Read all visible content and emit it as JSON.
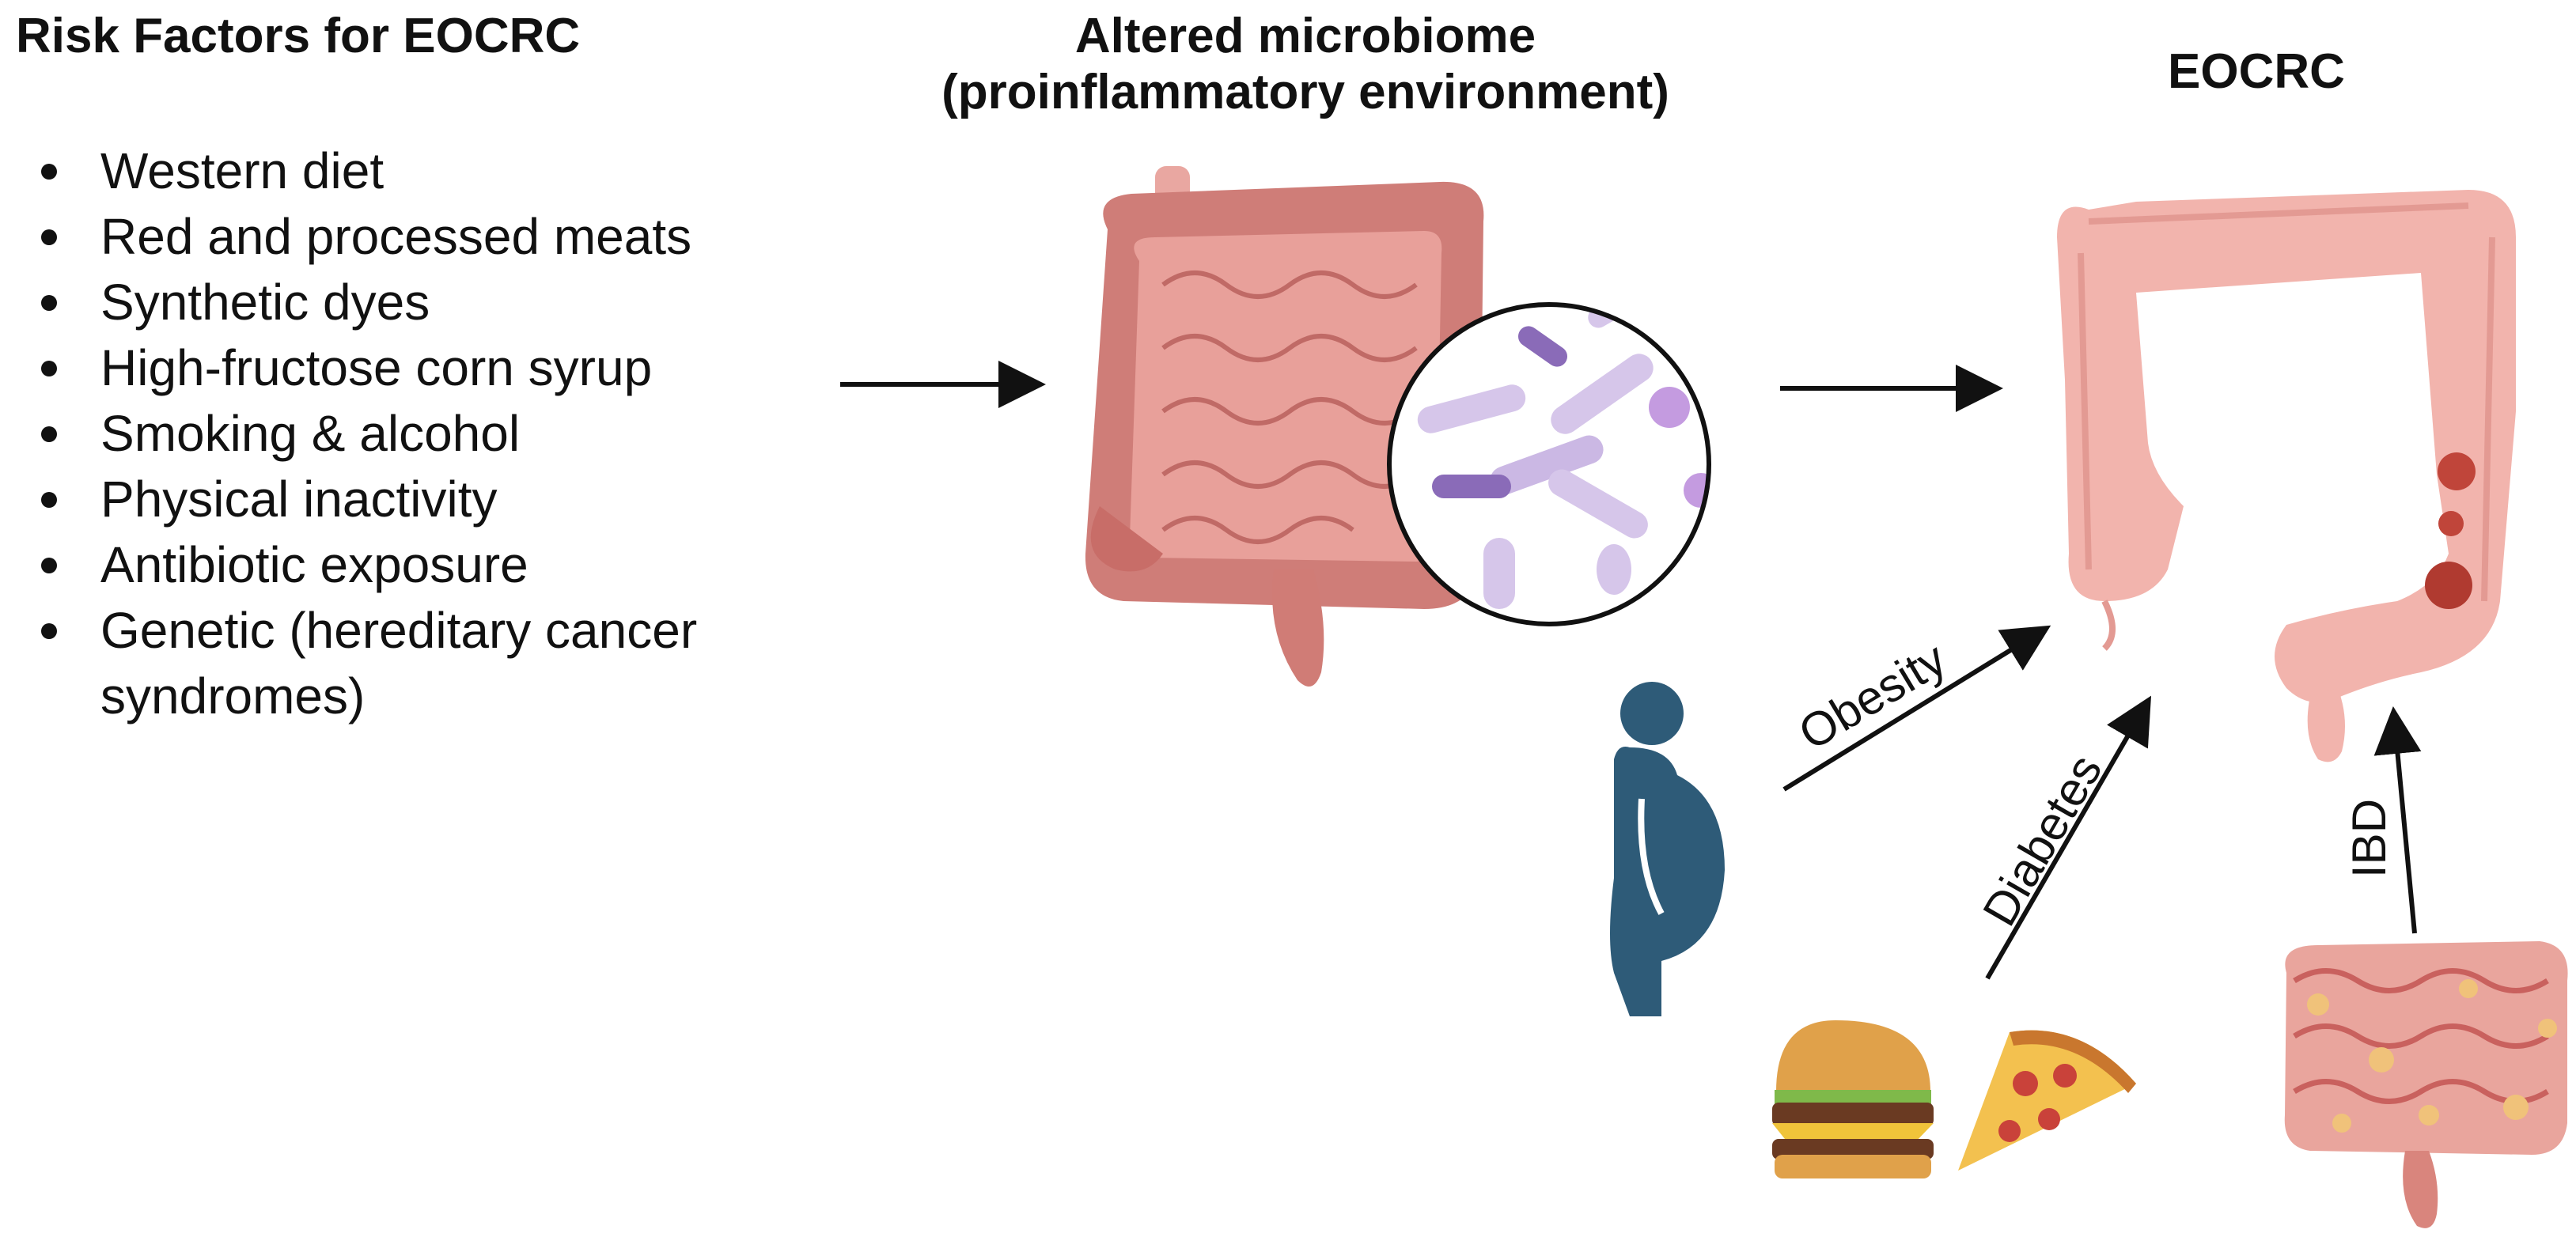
{
  "titles": {
    "risk_factors": "Risk Factors for EOCRC",
    "microbiome_line1": "Altered microbiome",
    "microbiome_line2": "(proinflammatory environment)",
    "eocrc": "EOCRC"
  },
  "risk_factors": [
    "Western diet",
    "Red and processed meats",
    "Synthetic dyes",
    "High-fructose corn syrup",
    "Smoking & alcohol",
    "Physical inactivity",
    "Antibiotic exposure",
    "Genetic (hereditary cancer",
    "syndromes)"
  ],
  "arrow_labels": {
    "obesity": "Obesity",
    "diabetes": "Diabetes",
    "ibd": "IBD"
  },
  "icons": {
    "intestine": "healthy-intestine-icon",
    "bacteria": "bacteria-magnified-icon",
    "colon": "colon-with-tumors-icon",
    "person": "obese-person-icon",
    "burger": "burger-icon",
    "pizza": "pizza-slice-icon",
    "inflamed_intestine": "inflamed-intestine-icon"
  },
  "colors": {
    "intestine": "#d98a86",
    "colon": "#f2b4ad",
    "tumor": "#c0453a",
    "person": "#2e5b78",
    "bacteria": "#c9b6e2",
    "bacteria_dark": "#8a6bb8",
    "inflamed": "#e8c07a"
  }
}
